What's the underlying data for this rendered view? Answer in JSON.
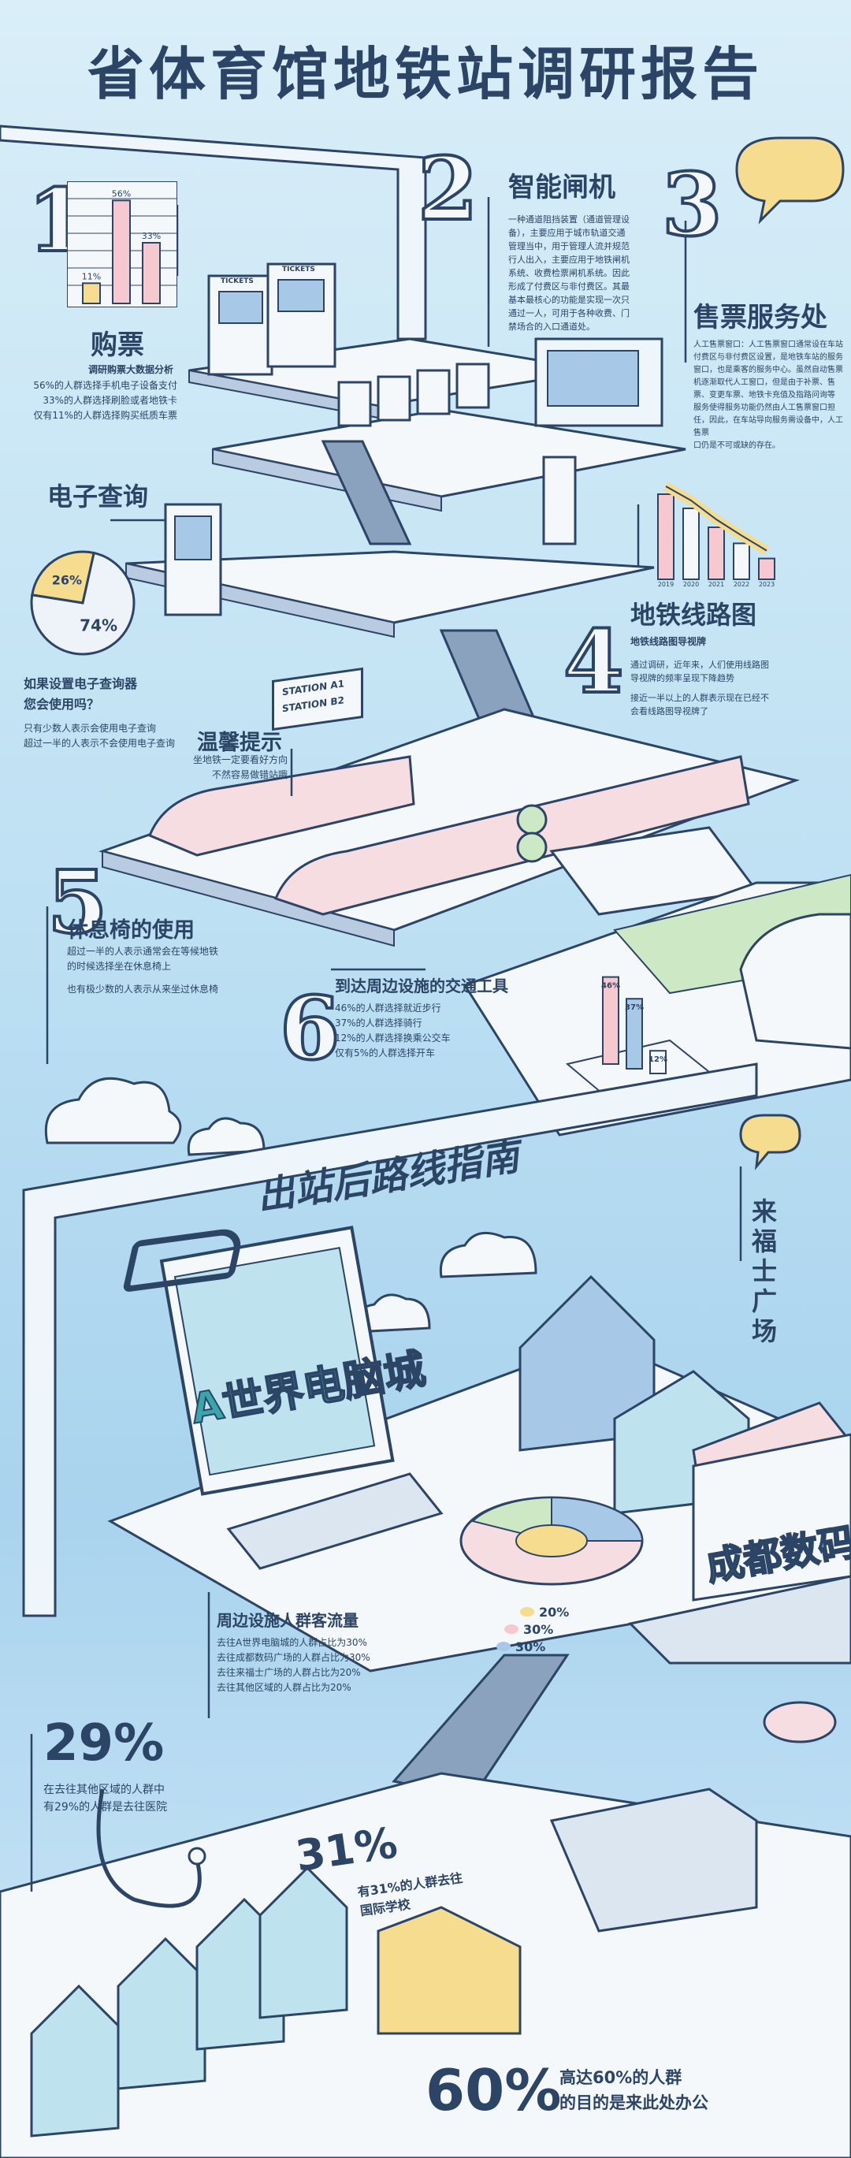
{
  "title": "省体育馆地铁站调研报告",
  "colors": {
    "navy": "#2c4466",
    "pink": "#f6c8cf",
    "yellow": "#f6dc8e",
    "blue": "#a8c8e8",
    "teal": "#3aa6a9",
    "green": "#cde8c4"
  },
  "sections": {
    "s1": {
      "number": "1",
      "title": "购票",
      "subtitle": "调研购票大数据分析",
      "lines": [
        "56%的人群选择手机电子设备支付",
        "33%的人群选择刷脸或者地铁卡",
        "仅有11%的人群选择购买纸质车票"
      ],
      "chart_data": {
        "type": "bar",
        "categories": [
          "11%",
          "56%",
          "33%"
        ],
        "values": [
          11,
          56,
          33
        ]
      }
    },
    "s2": {
      "number": "2",
      "title": "智能闸机",
      "lines": [
        "一种通道阻挡装置（通道管理设",
        "备），主要应用于城市轨道交通",
        "管理当中，用于管理人流并规范",
        "行人出入，主要应用于地铁闸机",
        "系统、收费检票闸机系统。因此",
        "形成了付费区与非付费区。其最",
        "基本最核心的功能是实现一次只",
        "通过一人，可用于各种收费、门",
        "禁场合的入口通道处。"
      ]
    },
    "s3": {
      "number": "3",
      "title": "售票服务处",
      "lines": [
        "人工售票窗口：人工售票窗口通常设在车站",
        "付费区与非付费区设置，是地铁车站的服务",
        "窗口，也是乘客的服务中心。虽然自动售票",
        "机逐渐取代人工窗口，但是由于补票、售",
        "票、变更车票、地铁卡充值及指路问询等",
        "服务使得服务功能仍然由人工售票窗口担",
        "任，因此，在车站导向服务需设备中，人工售票",
        "口仍是不可或缺的存在。"
      ]
    },
    "s_query": {
      "title": "电子查询",
      "question": [
        "如果设置电子查询器",
        "您会使用吗？"
      ],
      "lines": [
        "只有少数人表示会使用电子查询",
        "超过一半的人表示不会使用电子查询"
      ],
      "chart_data": {
        "type": "pie",
        "categories": [
          "26%",
          "74%"
        ],
        "values": [
          26,
          74
        ]
      }
    },
    "s4": {
      "number": "4",
      "title": "地铁线路图",
      "subtitle": "地铁线路图导视牌",
      "lines": [
        "通过调研，近年来，人们使用线路图",
        "导视牌的频率呈现下降趋势",
        "接近一半以上的人群表示现在已经不",
        "会看线路图导视牌了"
      ],
      "chart_data": {
        "type": "bar",
        "categories": [
          "2019",
          "2020",
          "2021",
          "2022",
          "2023"
        ],
        "values": [
          90,
          75,
          55,
          38,
          22
        ]
      }
    },
    "notice": {
      "title": "温馨提示",
      "lines": [
        "坐地铁一定要看好方向",
        "不然容易做错站哦"
      ],
      "station_a": "STATION A1",
      "station_b": "STATION B2"
    },
    "s5": {
      "number": "5",
      "title": "休息椅的使用",
      "lines": [
        "超过一半的人表示通常会在等候地铁",
        "的时候选择坐在休息椅上",
        "也有极少数的人表示从来坐过休息椅"
      ]
    },
    "s6": {
      "number": "6",
      "title": "到达周边设施的交通工具",
      "lines": [
        "46%的人群选择就近步行",
        "37%的人群选择骑行",
        "12%的人群选择换乘公交车",
        "仅有5%的人群选择开车"
      ],
      "chart_data": {
        "type": "bar",
        "categories": [
          "46%",
          "37%",
          "12%"
        ],
        "values": [
          46,
          37,
          12
        ]
      }
    },
    "route": {
      "title": "出站后路线指南",
      "fukang": "来福士广场",
      "a_world": "A世界电脑城",
      "chengdu": "成都数码广场"
    },
    "flow": {
      "title": "周边设施人群客流量",
      "lines": [
        "去往A世界电脑城的人群占比为30%",
        "去往成都数码广场的人群占比为30%",
        "去往来福士广场的人群占比为20%",
        "去往其他区域的人群占比为20%"
      ],
      "chart_data": {
        "type": "pie",
        "categories": [
          "20%",
          "30%",
          "30%"
        ],
        "values": [
          20,
          30,
          30
        ]
      }
    },
    "hospital": {
      "value": "29%",
      "lines": [
        "在去往其他区域的人群中",
        "有29%的人群是去往医院"
      ]
    },
    "school": {
      "value": "31%",
      "lines": [
        "有31%的人群去往",
        "国际学校"
      ]
    },
    "office": {
      "value": "60%",
      "lines": [
        "高达60%的人群",
        "的目的是来此处办公"
      ]
    },
    "tickets_label": "TICKETS"
  }
}
